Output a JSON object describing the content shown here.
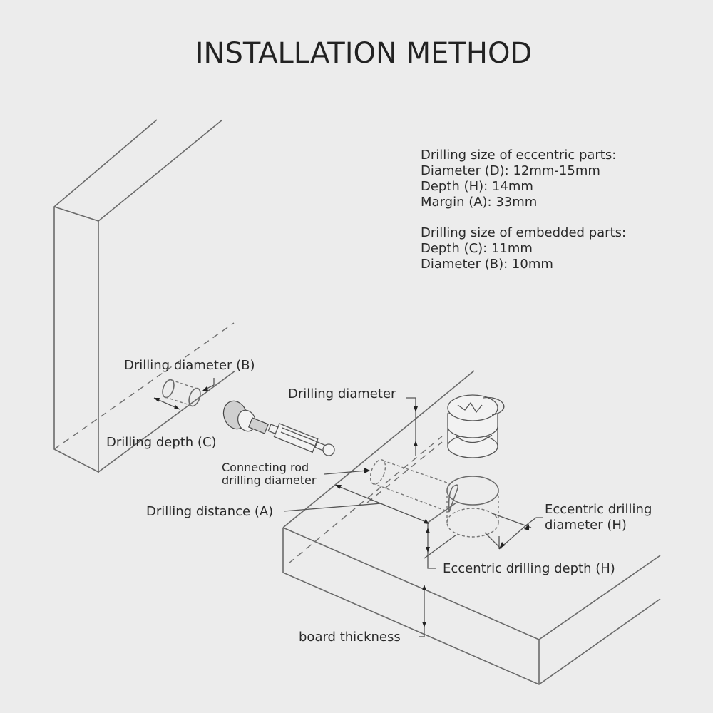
{
  "title": "INSTALLATION METHOD",
  "specs": {
    "eccentric": {
      "heading": "Drilling size of eccentric parts:",
      "lines": [
        "Diameter (D): 12mm-15mm",
        "Depth (H): 14mm",
        "Margin (A): 33mm"
      ]
    },
    "embedded": {
      "heading": "Drilling size of embedded parts:",
      "lines": [
        "Depth (C): 11mm",
        "Diameter (B): 10mm"
      ]
    }
  },
  "labels": {
    "drilling_diameter_b": "Drilling diameter (B)",
    "drilling_depth_c": "Drilling depth (C)",
    "drilling_diameter": "Drilling diameter",
    "connecting_rod_line1": "Connecting rod",
    "connecting_rod_line2": "drilling diameter",
    "drilling_distance_a": "Drilling distance (A)",
    "eccentric_diameter_line1": "Eccentric drilling",
    "eccentric_diameter_line2": "diameter (H)",
    "eccentric_depth": "Eccentric drilling depth (H)",
    "board_thickness": "board thickness"
  },
  "parts": {
    "connecting_rod": "connecting-rod-dowel",
    "eccentric_cam": "eccentric-cam-lock"
  }
}
